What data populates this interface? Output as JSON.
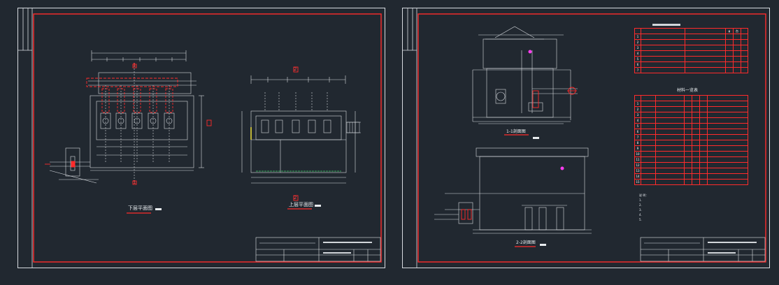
{
  "sheet1": {
    "view_titles": [
      "下层平面图",
      "上层平面图"
    ],
    "section_markers": [
      "1",
      "1",
      "2",
      "2"
    ]
  },
  "sheet2": {
    "view_titles": [
      "1-1剖面图",
      "2-2剖面图"
    ],
    "table_title": "材料一览表",
    "table_symbol_col": "φ",
    "table_qty_col": "台",
    "notes": [
      "说 明：",
      "1.",
      "2.",
      "3.",
      "4.",
      "5."
    ]
  },
  "colors": {
    "background": "#212830",
    "frame": "#ff2b2b",
    "line": "#d7dbe0",
    "accent_magenta": "#ff3cf0",
    "accent_yellow": "#f3e33b",
    "accent_green": "#3fd36a"
  }
}
